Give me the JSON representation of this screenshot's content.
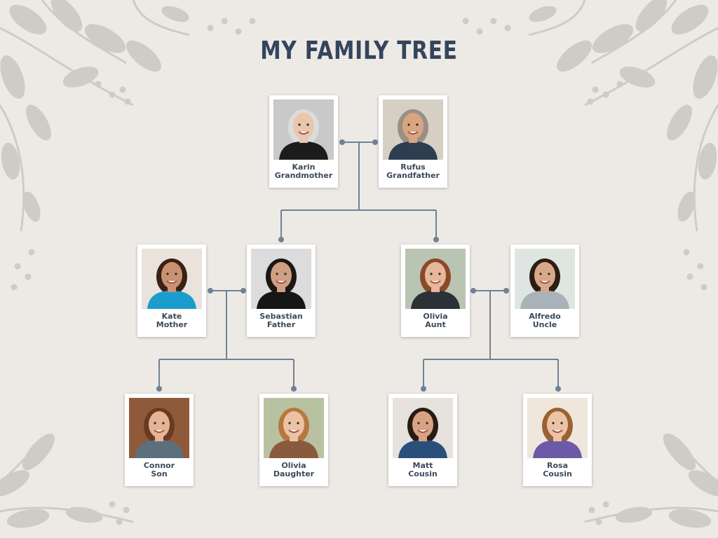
{
  "title": "MY FAMILY TREE",
  "colors": {
    "background": "#edeae6",
    "leaf": "#cfcbc5",
    "connector": "#6f8294",
    "title": "#34455c",
    "caption": "#3c4a5c"
  },
  "members": {
    "karin": {
      "name": "Karin",
      "role": "Grandmother",
      "photo": "elderly-woman-photo",
      "bg": "#c9c9c9",
      "skin": "#e8c7ad",
      "hair": "#dcdcdc",
      "shirt": "#1c1c1c"
    },
    "rufus": {
      "name": "Rufus",
      "role": "Grandfather",
      "photo": "elderly-man-photo",
      "bg": "#d6cfc4",
      "skin": "#d9a581",
      "hair": "#9a8f85",
      "shirt": "#2e3d4f"
    },
    "kate": {
      "name": "Kate",
      "role": "Mother",
      "photo": "woman-curly-hair-photo",
      "bg": "#e9e3dc",
      "skin": "#c99373",
      "hair": "#3a2114",
      "shirt": "#1c9ccc"
    },
    "sebastian": {
      "name": "Sebastian",
      "role": "Father",
      "photo": "man-black-shirt-photo",
      "bg": "#dcdcdc",
      "skin": "#cf9f82",
      "hair": "#1d1612",
      "shirt": "#161616"
    },
    "olivia_aunt": {
      "name": "Olivia",
      "role": "Aunt",
      "photo": "woman-long-hair-photo",
      "bg": "#b9c4b3",
      "skin": "#e6b79a",
      "hair": "#8a4a26",
      "shirt": "#2c3138"
    },
    "alfredo": {
      "name": "Alfredo",
      "role": "Uncle",
      "photo": "man-curly-hair-photo",
      "bg": "#dfe6e1",
      "skin": "#d8a88a",
      "hair": "#2b1d14",
      "shirt": "#a8b2b8"
    },
    "connor": {
      "name": "Connor",
      "role": "Son",
      "photo": "boy-closeup-photo",
      "bg": "#8f5a3a",
      "skin": "#e5b497",
      "hair": "#6b3a1f",
      "shirt": "#5c6f7d"
    },
    "olivia_daughter": {
      "name": "Olivia",
      "role": "Daughter",
      "photo": "girl-smiling-photo",
      "bg": "#b8c2a0",
      "skin": "#ecc2a4",
      "hair": "#b8773f",
      "shirt": "#8a5a3c"
    },
    "matt": {
      "name": "Matt",
      "role": "Cousin",
      "photo": "boy-curly-hair-photo",
      "bg": "#e6e2dc",
      "skin": "#d9a283",
      "hair": "#2a1a12",
      "shirt": "#2a4f7a"
    },
    "rosa": {
      "name": "Rosa",
      "role": "Cousin",
      "photo": "girl-pigtails-photo",
      "bg": "#efe6dc",
      "skin": "#edc3a6",
      "hair": "#9a6232",
      "shirt": "#6c5aa8"
    }
  }
}
